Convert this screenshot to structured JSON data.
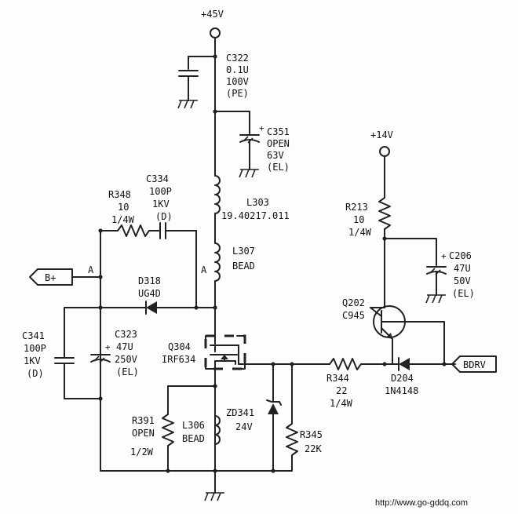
{
  "rails": {
    "v45": "+45V",
    "v14": "+14V"
  },
  "ports": {
    "bplus": "B+",
    "bdrv": "BDRV"
  },
  "node_a1": "A",
  "node_a2": "A",
  "c322": [
    "C322",
    "0.1U",
    "100V",
    "(PE)"
  ],
  "c351": [
    "C351",
    "OPEN",
    "63V",
    "(EL)"
  ],
  "c334": [
    "C334",
    "100P",
    "1KV",
    "(D)"
  ],
  "r348": [
    "R348",
    "10",
    "1/4W"
  ],
  "l303": [
    "L303",
    "19.40217.011"
  ],
  "l307": [
    "L307",
    "BEAD"
  ],
  "d318": [
    "D318",
    "UG4D"
  ],
  "c341": [
    "C341",
    "100P",
    "1KV",
    "(D)"
  ],
  "c323": [
    "C323",
    "47U",
    "250V",
    "(EL)"
  ],
  "q304": [
    "Q304",
    "IRF634"
  ],
  "r391": [
    "R391",
    "OPEN",
    "1/2W"
  ],
  "l306": [
    "L306",
    "BEAD"
  ],
  "zd341": [
    "ZD341",
    "24V"
  ],
  "r345": [
    "R345",
    "22K"
  ],
  "r344": [
    "R344",
    "22",
    "1/4W"
  ],
  "r213": [
    "R213",
    "10",
    "1/4W"
  ],
  "c206": [
    "C206",
    "47U",
    "50V",
    "(EL)"
  ],
  "q202": [
    "Q202",
    "C945"
  ],
  "d204": [
    "D204",
    "1N4148"
  ],
  "watermark": "http://www.go-gddq.com"
}
